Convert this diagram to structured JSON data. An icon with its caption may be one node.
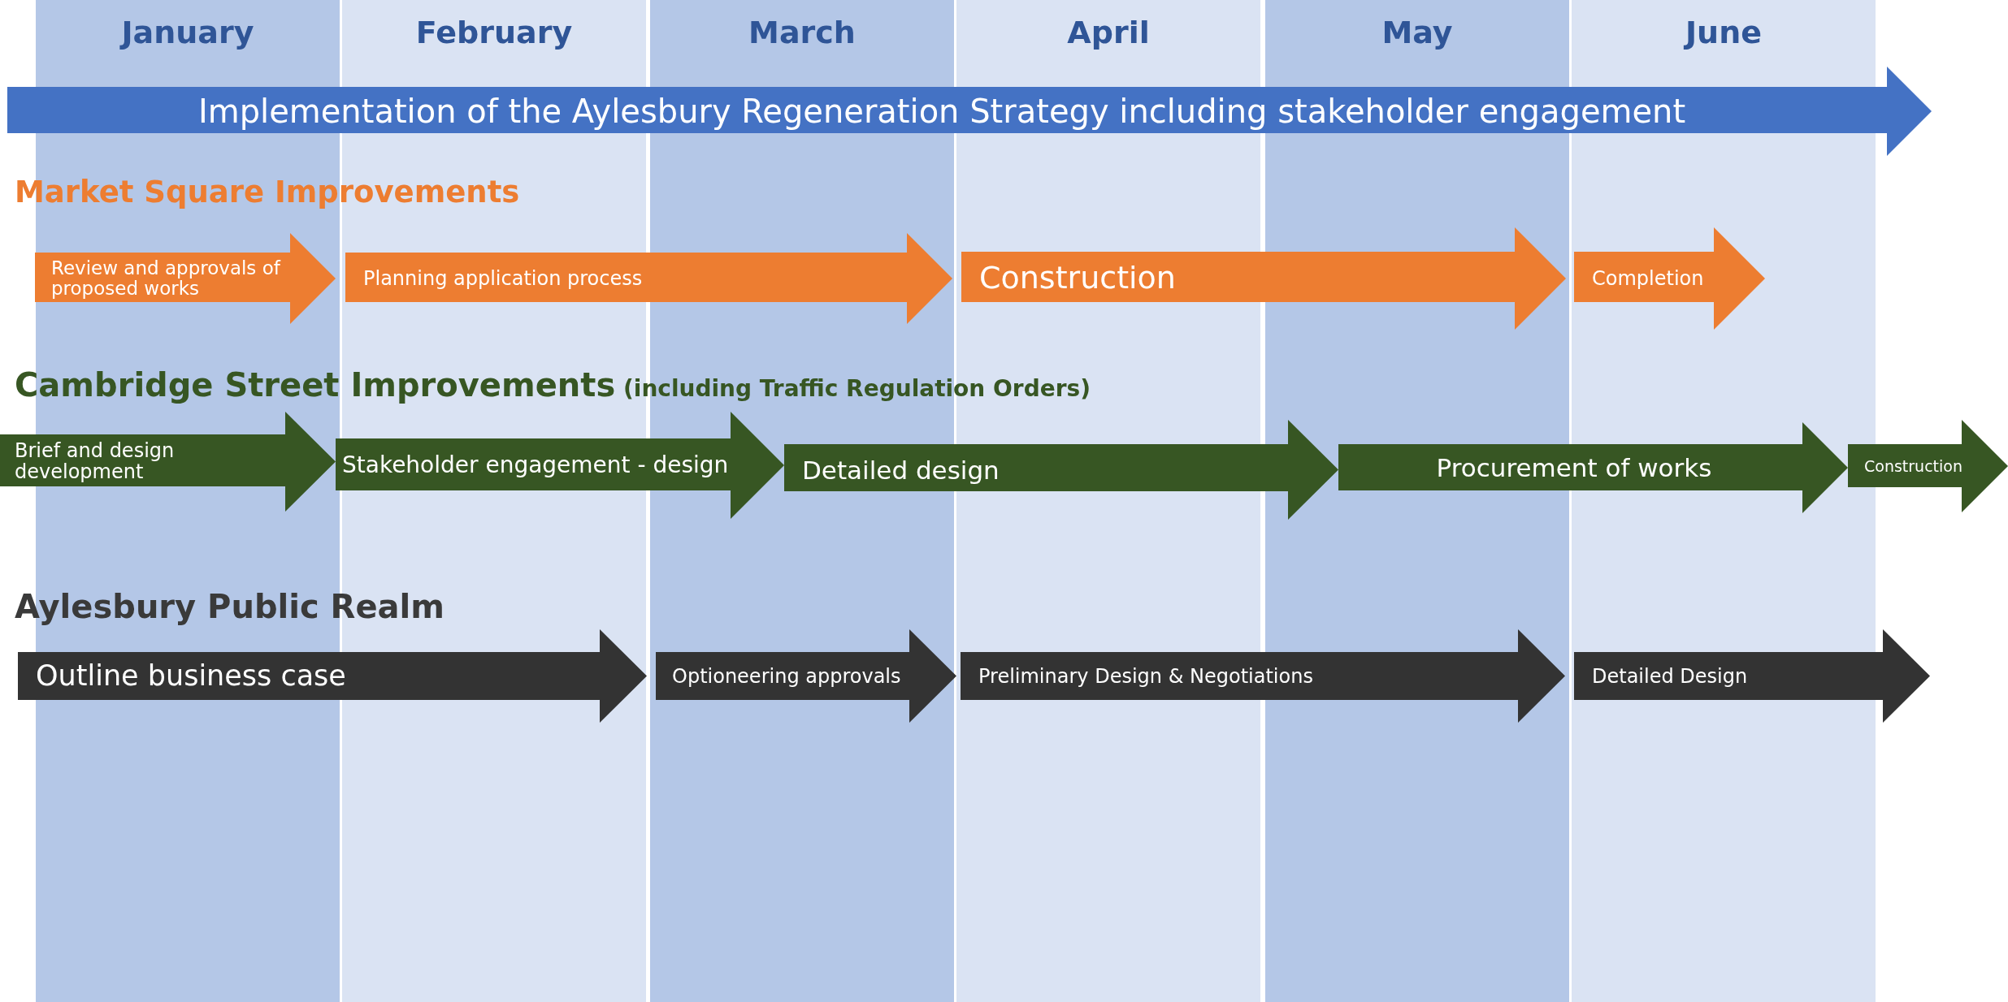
{
  "diagram": {
    "nodes": [
      {
        "text": [
          "Implementation of the Aylesbury Regeneration Strategy including stakeholder engagement"
        ]
      },
      {
        "text": [
          "Review and approvals of proposed works"
        ]
      },
      {
        "text": [
          "Planning application process"
        ]
      },
      {
        "text": [
          "Construction"
        ]
      },
      {
        "text": [
          "Completion"
        ]
      },
      {
        "text": [
          "Brief and design development"
        ]
      },
      {
        "text": [
          "Stakeholder engagement - design"
        ]
      },
      {
        "text": [
          "Detailed design"
        ]
      },
      {
        "text": [
          "Procurement of works"
        ]
      },
      {
        "text": [
          "Construction"
        ]
      },
      {
        "text": [
          "Outline business case"
        ]
      },
      {
        "text": [
          "Optioneering approvals"
        ]
      },
      {
        "text": [
          "Preliminary Design & Negotiations"
        ]
      },
      {
        "text": [
          "Detailed Design"
        ]
      }
    ],
    "labels": [
      "January",
      "February",
      "March",
      "April",
      "May",
      "June",
      "Market Square Improvements",
      "Cambridge Street Improvements",
      "(including Traffic Regulation Orders)",
      "Aylesbury Public Realm"
    ]
  }
}
